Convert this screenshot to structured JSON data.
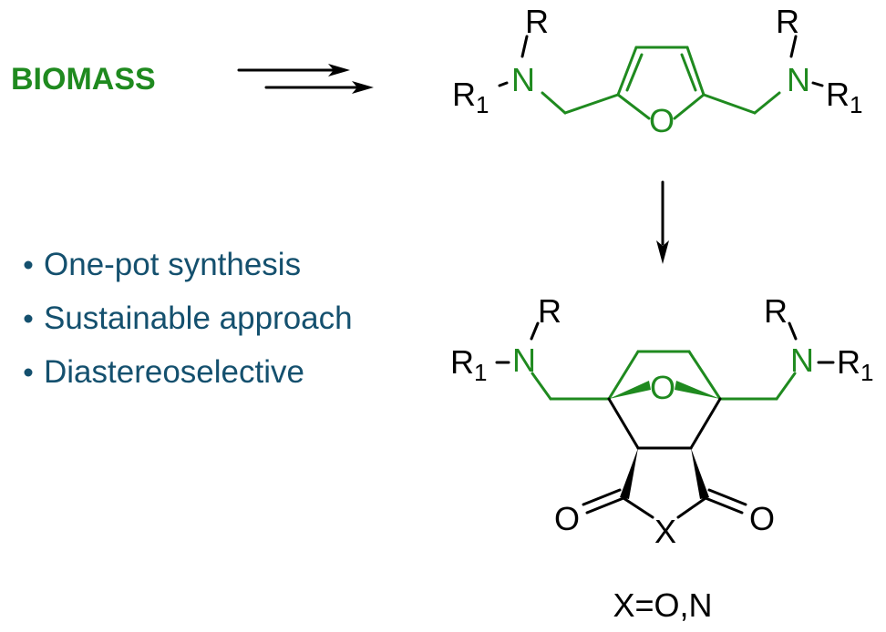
{
  "left": {
    "source": "BIOMASS",
    "bullets": [
      "One-pot synthesis",
      "Sustainable approach",
      "Diastereoselective"
    ],
    "bullet_marker": "•"
  },
  "furan": {
    "r_left": "R",
    "r1_left": "R",
    "r1_left_sub": "1",
    "n_left": "N",
    "r_right": "R",
    "r1_right": "R",
    "r1_right_sub": "1",
    "n_right": "N",
    "o_ring": "O"
  },
  "adduct": {
    "r_left": "R",
    "r1_left": "R",
    "r1_left_sub": "1",
    "n_left": "N",
    "r_right": "R",
    "r1_right": "R",
    "r1_right_sub": "1",
    "n_right": "N",
    "o_bridge": "O",
    "o_carbonyl_left": "O",
    "o_carbonyl_right": "O",
    "x_ring": "X"
  },
  "caption": "X=O,N",
  "colors": {
    "green": "#1f8a1f",
    "bullet_blue": "#14506e",
    "black": "#000000"
  }
}
